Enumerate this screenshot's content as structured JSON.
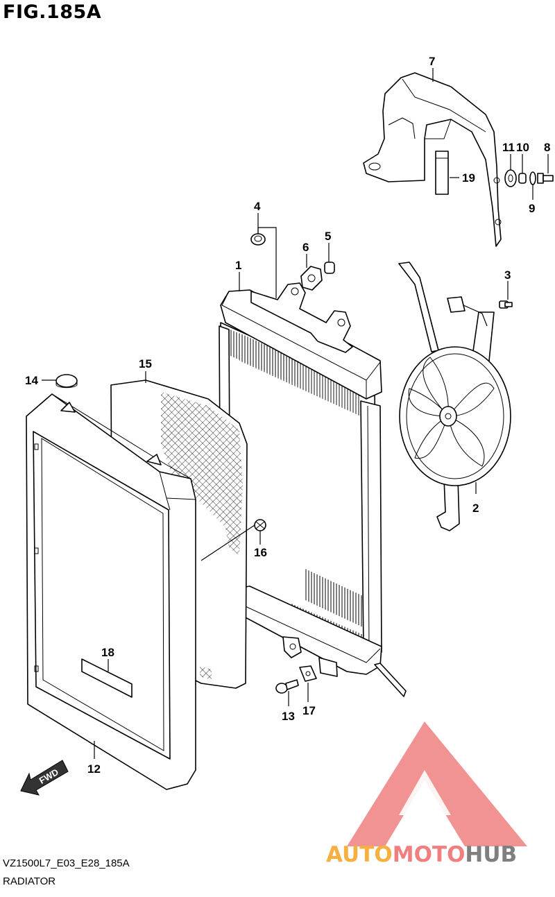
{
  "figure": {
    "title": "FIG.185A",
    "code": "VZ1500L7_E03_E28_185A",
    "name": "RADIATOR"
  },
  "fwd_label": "FWD",
  "callouts": [
    "1",
    "2",
    "3",
    "4",
    "5",
    "6",
    "7",
    "8",
    "9",
    "10",
    "11",
    "12",
    "13",
    "14",
    "15",
    "16",
    "17",
    "18",
    "19"
  ],
  "watermark": {
    "part1": "AUTO",
    "part2": "MOTO",
    "part3": "HUB",
    "colors": {
      "orange": "#F5B041",
      "pink": "#F08080",
      "gray": "#7F7F7F"
    }
  }
}
